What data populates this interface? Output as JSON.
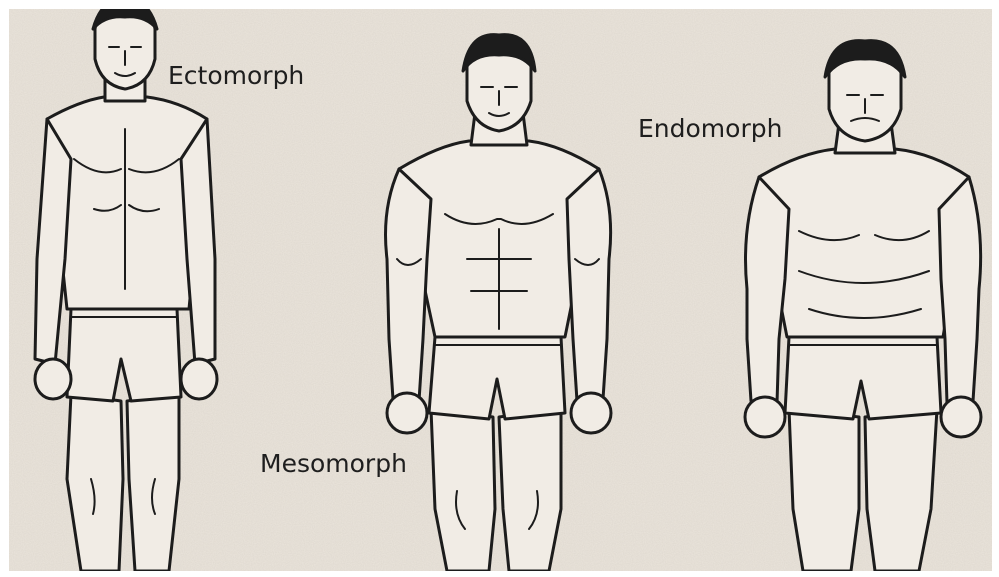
{
  "labels": {
    "ectomorph": "Ectomorph",
    "mesomorph": "Mesomorph",
    "endomorph": "Endomorph"
  },
  "figures": [
    {
      "name": "ectomorph",
      "build": "thin"
    },
    {
      "name": "mesomorph",
      "build": "muscular"
    },
    {
      "name": "endomorph",
      "build": "stocky"
    }
  ],
  "colors": {
    "background": "#ebe5dc",
    "ink": "#1c1c1c",
    "skin": "#f1ece5"
  }
}
